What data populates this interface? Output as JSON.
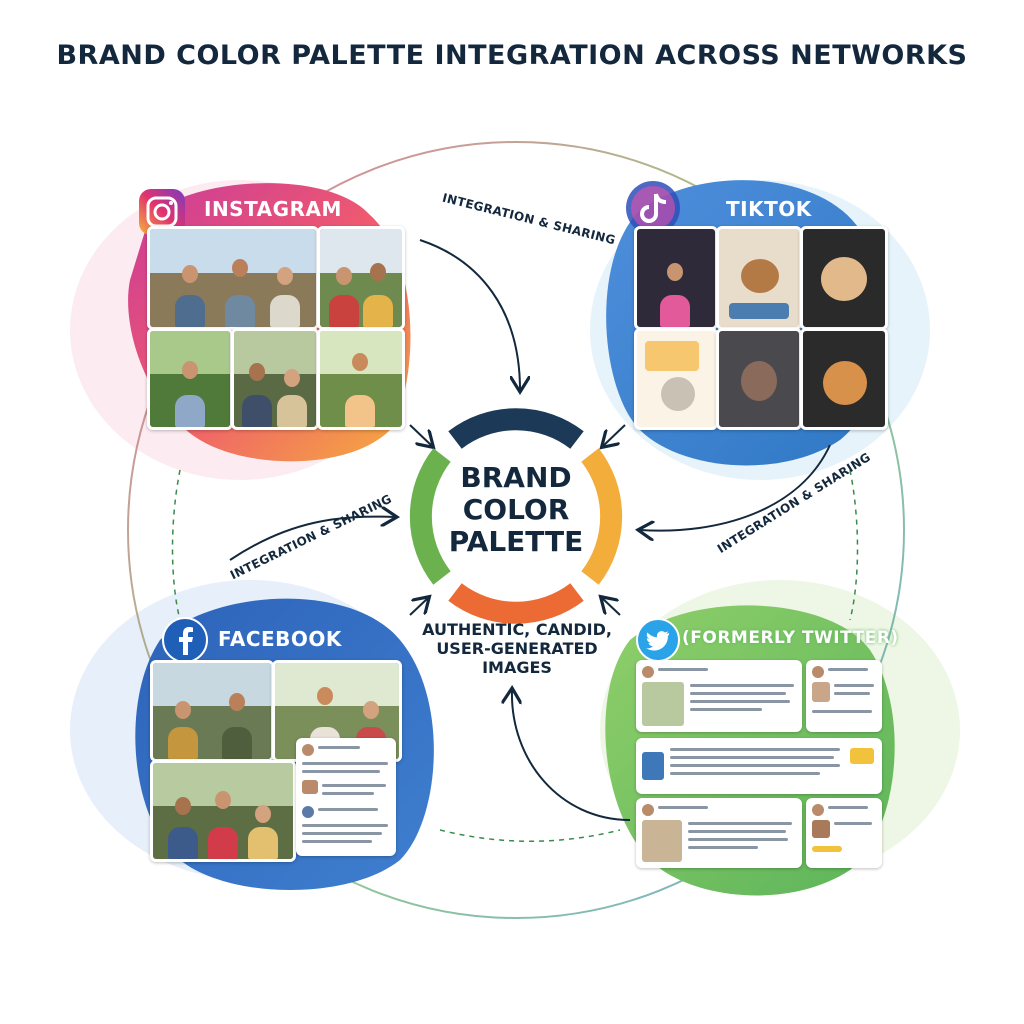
{
  "title": "BRAND COLOR PALETTE INTEGRATION ACROSS NETWORKS",
  "center": {
    "line1": "BRAND",
    "line2": "COLOR",
    "line3": "PALETTE",
    "sub1": "AUTHENTIC, CANDID,",
    "sub2": "USER-GENERATED",
    "sub3": "IMAGES"
  },
  "networks": {
    "instagram": {
      "label": "INSTAGRAM",
      "icon": "instagram-icon"
    },
    "tiktok": {
      "label": "TIKTOK",
      "icon": "tiktok-icon"
    },
    "facebook": {
      "label": "FACEBOOK",
      "icon": "facebook-icon"
    },
    "twitter": {
      "label": "(FORMERLY TWITTER)",
      "icon": "twitter-bird-icon"
    }
  },
  "flows": {
    "top": "INTEGRATION & SHARING",
    "left": "INTEGRATION & SHARING",
    "right": "INTEGRATION & SHARING"
  },
  "colors": {
    "ring_top": "#1c3a57",
    "ring_right": "#f3ad3b",
    "ring_bottom": "#ec6b35",
    "ring_left": "#6bb24f",
    "instagram_a": "#d8347c",
    "instagram_b": "#f3a240",
    "tiktok": "#3f8fd4",
    "facebook": "#2f6cc0",
    "twitter": "#6dbd57"
  }
}
